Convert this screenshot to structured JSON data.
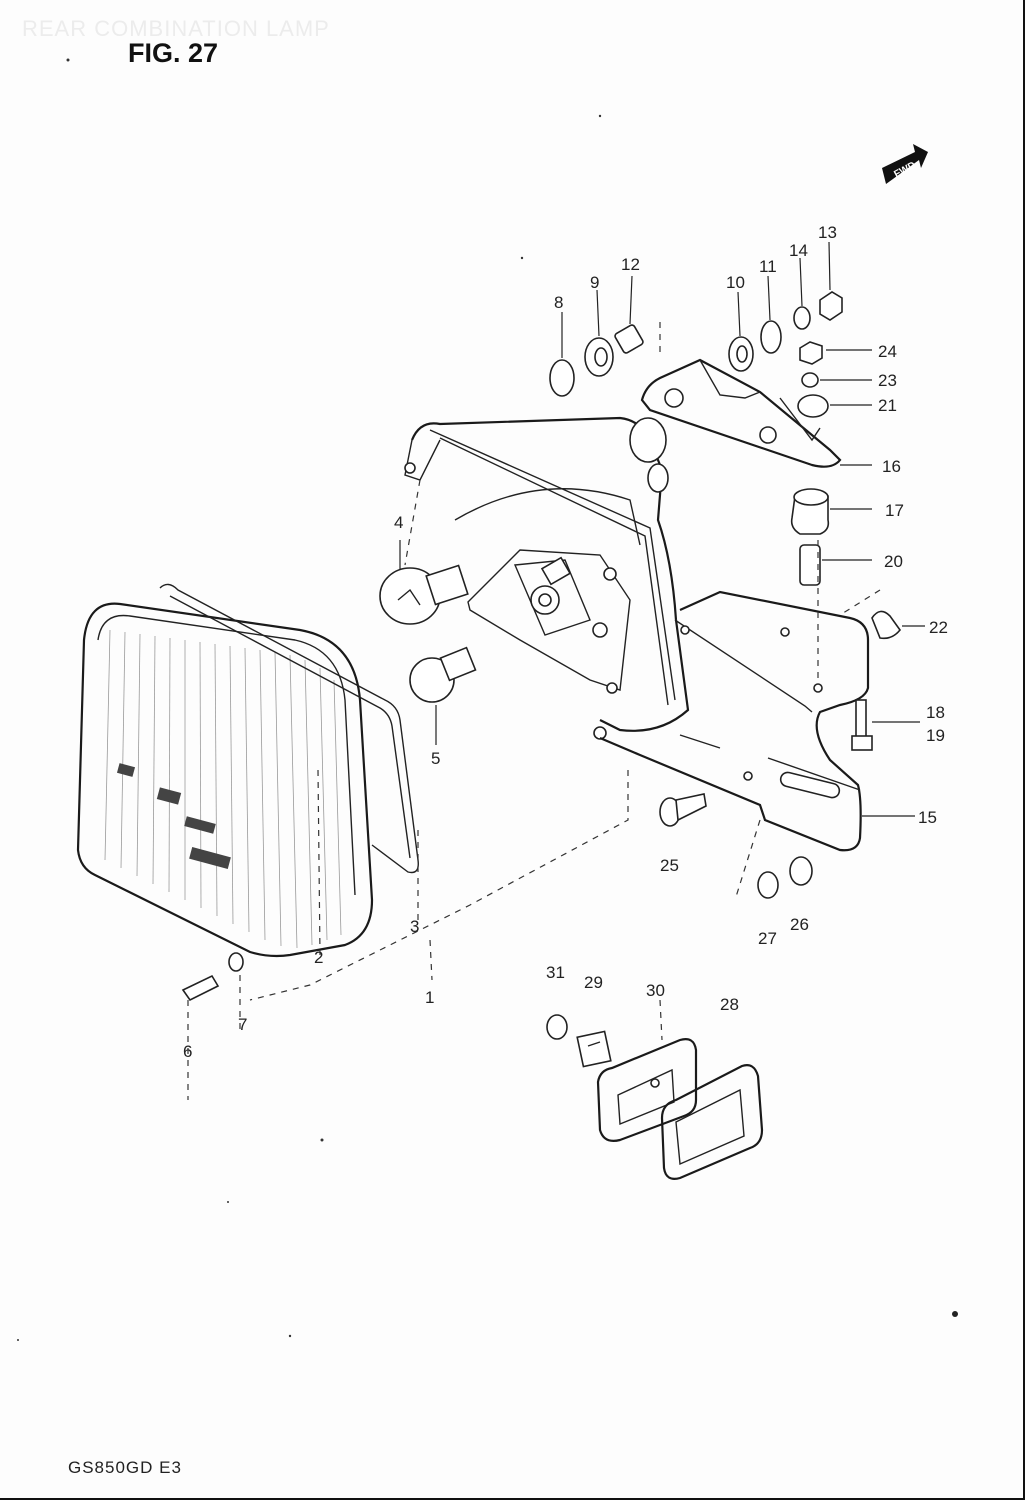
{
  "header": {
    "watermark_text": "REAR COMBINATION LAMP",
    "figure_title": "FIG. 27"
  },
  "footer": {
    "model_code": "GS850GD E3"
  },
  "fwd_arrow": {
    "label": "FWD",
    "icon": "fwd-arrow-icon"
  },
  "parts": {
    "p1": "1",
    "p2": "2",
    "p3": "3",
    "p4": "4",
    "p5": "5",
    "p6": "6",
    "p7": "7",
    "p8": "8",
    "p9": "9",
    "p10": "10",
    "p11": "11",
    "p12": "12",
    "p13": "13",
    "p14": "14",
    "p15": "15",
    "p16": "16",
    "p17": "17",
    "p18": "18",
    "p19": "19",
    "p20": "20",
    "p21": "21",
    "p22": "22",
    "p23": "23",
    "p24": "24",
    "p25": "25",
    "p26": "26",
    "p27": "27",
    "p28": "28",
    "p29": "29",
    "p30": "30",
    "p31": "31"
  }
}
